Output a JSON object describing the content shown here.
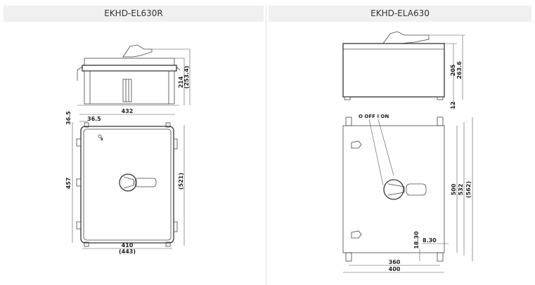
{
  "panels": [
    {
      "title": "EKHD-EL630R",
      "dims": {
        "side_height": "214",
        "side_total": "(253.4)",
        "top_width": "432",
        "offset_h": "36.5",
        "offset_v": "36.5",
        "front_height": "457",
        "front_total": "(521)",
        "bottom_width": "410",
        "bottom_total": "(443)",
        "hole": "8"
      }
    },
    {
      "title": "EKHD-ELA630",
      "dims": {
        "side_height": "205",
        "side_total": "263.6",
        "foot": "12",
        "switch_label": "O OFF I ON",
        "height_500": "500",
        "height_532": "532",
        "height_562": "(562)",
        "slot_h": "18.30",
        "slot_w": "8.30",
        "width_360": "360",
        "width_400": "400"
      }
    }
  ]
}
